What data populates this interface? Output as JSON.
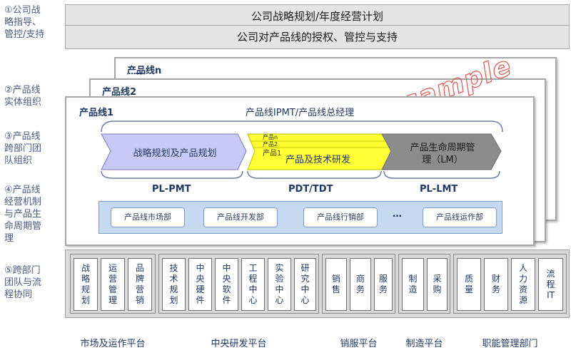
{
  "side_labels": [
    {
      "id": "1",
      "text": "①公司战\n略指导、\n管控/支持"
    },
    {
      "id": "2",
      "text": "②产品线\n实体组织"
    },
    {
      "id": "3",
      "text": "③产品线\n跨部门团\n队组织"
    },
    {
      "id": "4",
      "text": "④产品线\n经营机制\n与产品生\n命周期管\n理"
    },
    {
      "id": "5",
      "text": "⑤跨部门\n团队与流\n程协同"
    }
  ],
  "top_bars": [
    "公司战略规划/年度经营计划",
    "公司对产品线的授权、管控与支持"
  ],
  "product_lines": {
    "pl_n": "产品线n",
    "pl_n_dots": "……",
    "pl_2": "产品线2",
    "pl_1": "产品线1",
    "ipmt": "产品线IPMT/产品线总经理"
  },
  "watermark": "sample",
  "flow": {
    "strategy": "战略规划及产品规划",
    "rd_small": [
      "产品n",
      "产品2",
      "产品1"
    ],
    "rd": "产品及技术研发",
    "lm_line1": "产品生命周期管",
    "lm_line2": "理（LM）"
  },
  "phases": [
    "PL-PMT",
    "PDT/TDT",
    "PL-LMT"
  ],
  "departments": [
    "产品线市场部",
    "产品线开发部",
    "产品线行销部",
    "…",
    "产品线运作部"
  ],
  "columns": [
    "战略规划",
    "运营管理",
    "品牌营销",
    "技术规划",
    "中央硬件",
    "中央软件",
    "工程中心",
    "实验中心",
    "研究中心",
    "销售",
    "商务",
    "服务",
    "制造",
    "采购",
    "质量",
    "财务",
    "人力资源",
    "流程IT"
  ],
  "platforms": [
    "市场及运作平台",
    "中央研发平台",
    "销服平台",
    "制造平台",
    "职能管理部门"
  ],
  "colors": {
    "strategy_fill": "#c9c9f5",
    "rd_fill": "#ffff33",
    "lm_fill": "#8c8c8c",
    "dept_band": "#c5d9f1",
    "bottom_band": "#d9d9d9"
  }
}
